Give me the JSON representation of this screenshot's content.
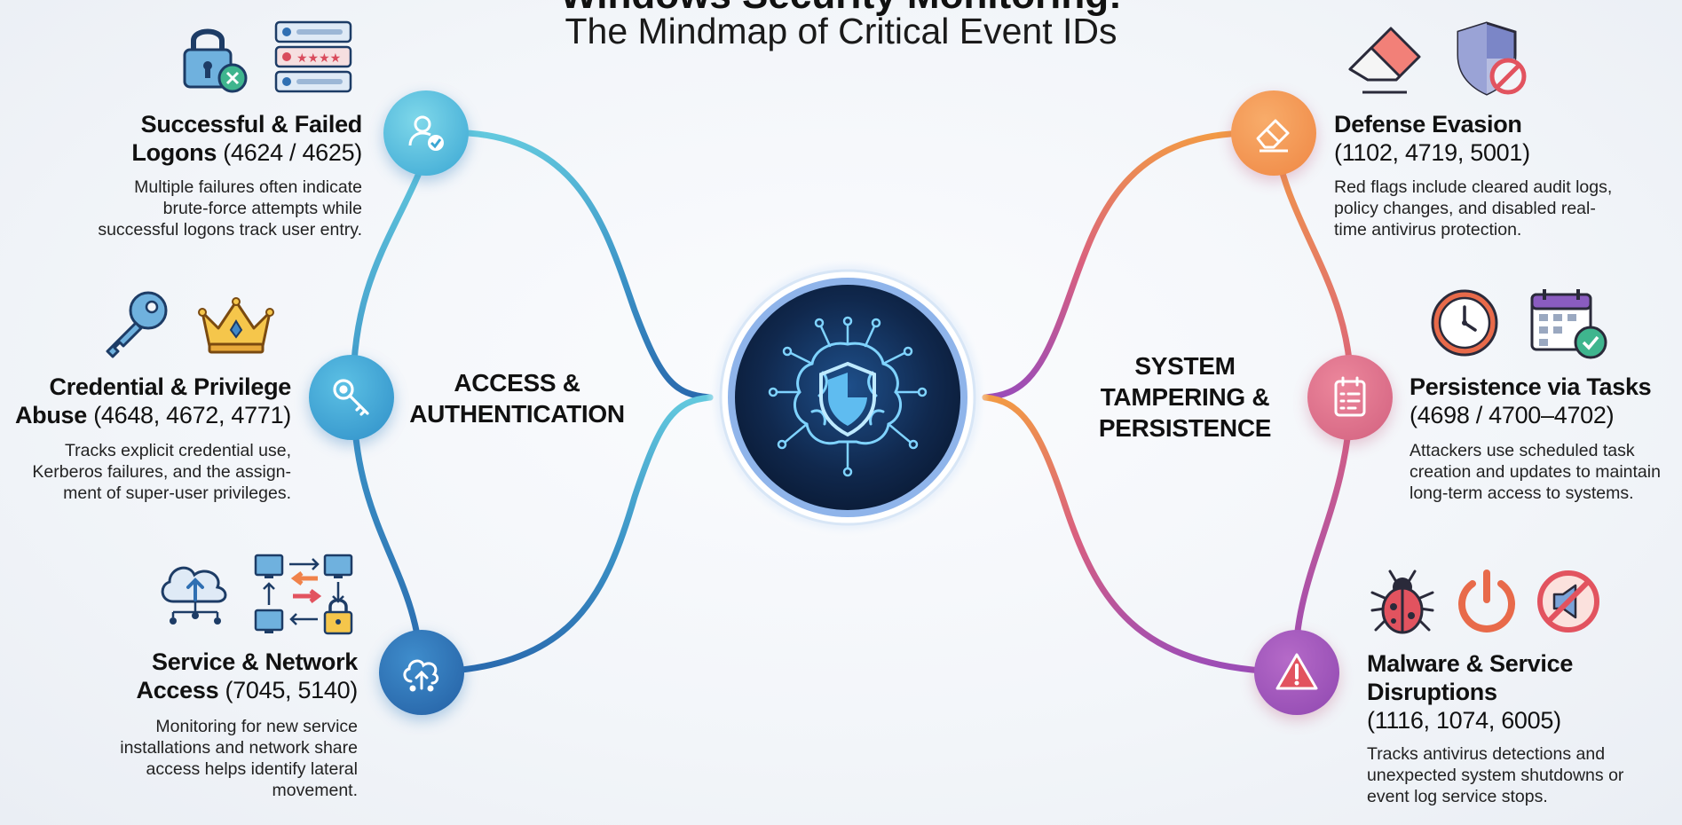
{
  "title": "Windows Security Monitoring:",
  "subtitle": "The Mindmap of Critical Event IDs",
  "colors": {
    "left_light": "#5ec6de",
    "left_dark": "#2a6fb0",
    "right_orange": "#f2954a",
    "right_pink": "#d66a8a",
    "right_purple": "#9a4fb8",
    "core_dark": "#0f2547"
  },
  "center": {
    "icon": "brain-shield-icon"
  },
  "branches": {
    "left": {
      "label_line1": "ACCESS &",
      "label_line2": "AUTHENTICATION"
    },
    "right": {
      "label_line1": "SYSTEM",
      "label_line2": "TAMPERING &",
      "label_line3": "PERSISTENCE"
    }
  },
  "nodes": {
    "logons": {
      "title_line1": "Successful & Failed",
      "title_line2": "Logons",
      "ids": "(4624 / 4625)",
      "desc_line1": "Multiple failures often indicate",
      "desc_line2": "brute-force attempts while",
      "desc_line3": "successful logons track user entry.",
      "icons": [
        "user-check-icon",
        "padlock-x-icon",
        "credential-list-icon"
      ]
    },
    "credential": {
      "title_line1": "Credential & Privilege",
      "title_line2": "Abuse",
      "ids": "(4648, 4672, 4771)",
      "desc_line1": "Tracks explicit credential use,",
      "desc_line2": "Kerberos failures, and the assign-",
      "desc_line3": "ment of super-user privileges.",
      "icons": [
        "key-icon",
        "crown-icon"
      ]
    },
    "service": {
      "title_line1": "Service & Network",
      "title_line2": "Access",
      "ids": "(7045, 5140)",
      "desc_line1": "Monitoring for new service",
      "desc_line2": "installations and network share",
      "desc_line3": "access helps identify lateral",
      "desc_line4": "movement.",
      "icons": [
        "cloud-upload-icon",
        "network-transfer-icon"
      ]
    },
    "evasion": {
      "title_line1": "Defense Evasion",
      "ids": "(1102, 4719, 5001)",
      "desc_line1": "Red flags include cleared audit logs,",
      "desc_line2": "policy changes, and disabled real-",
      "desc_line3": "time antivirus protection.",
      "icons": [
        "eraser-icon",
        "shield-blocked-icon"
      ]
    },
    "persistence": {
      "title_line1": "Persistence via Tasks",
      "ids": "(4698 / 4700–4702)",
      "desc_line1": "Attackers use scheduled task",
      "desc_line2": "creation and updates to maintain",
      "desc_line3": "long-term access to systems.",
      "icons": [
        "task-list-icon",
        "clock-icon",
        "calendar-check-icon"
      ]
    },
    "malware": {
      "title_line1": "Malware & Service",
      "title_line2": "Disruptions",
      "ids": "(1116, 1074, 6005)",
      "desc_line1": "Tracks antivirus detections and",
      "desc_line2": "unexpected system shutdowns or",
      "desc_line3": "event log service stops.",
      "icons": [
        "warning-icon",
        "bug-icon",
        "power-icon",
        "muted-speaker-icon"
      ]
    }
  }
}
